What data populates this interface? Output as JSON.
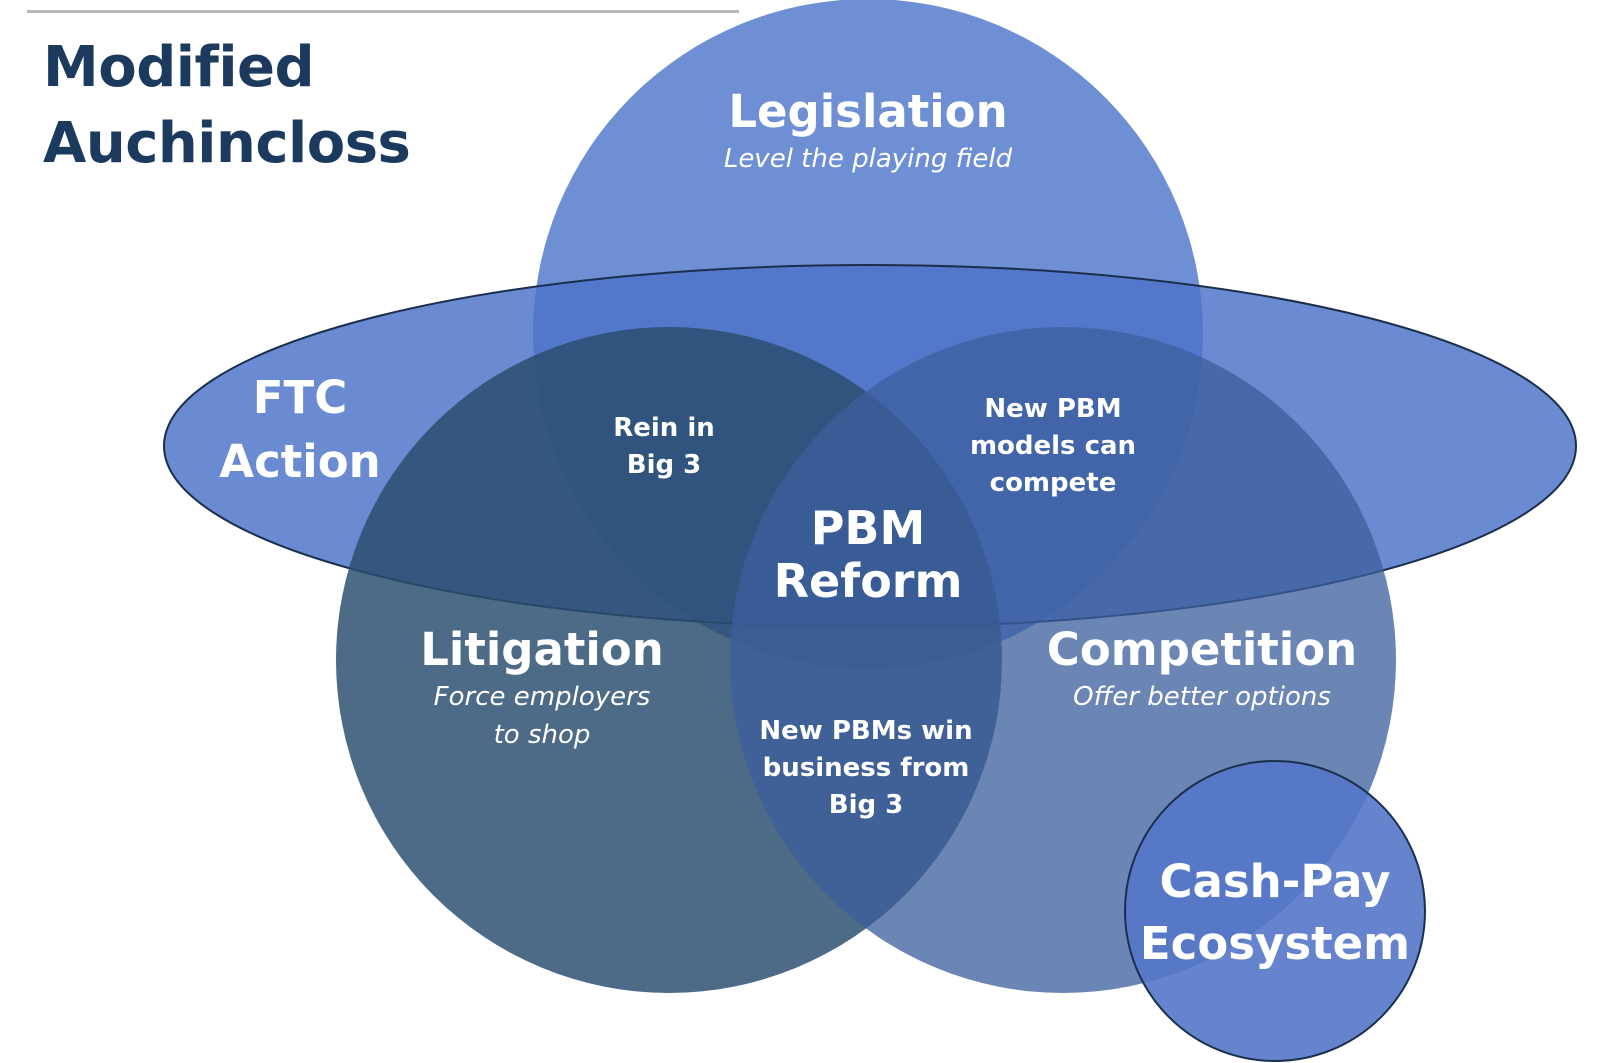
{
  "title": {
    "line1": "Modified",
    "line2": "Auchincloss"
  },
  "circles": {
    "legislation": {
      "label": "Legislation",
      "sublabel": "Level the playing field"
    },
    "ftc_action": {
      "line1": "FTC",
      "line2": "Action"
    },
    "litigation": {
      "label": "Litigation",
      "sublabel_line1": "Force employers",
      "sublabel_line2": "to shop"
    },
    "competition": {
      "label": "Competition",
      "sublabel": "Offer better options"
    },
    "cash_pay": {
      "line1": "Cash-Pay",
      "line2": "Ecosystem"
    }
  },
  "overlaps": {
    "rein_in": {
      "line1": "Rein in",
      "line2": "Big 3"
    },
    "new_models": {
      "line1": "New PBM",
      "line2": "models can",
      "line3": "compete"
    },
    "new_pbms_win": {
      "line1": "New PBMs win",
      "line2": "business from",
      "line3": "Big 3"
    },
    "center": {
      "line1": "PBM",
      "line2": "Reform"
    }
  },
  "colors": {
    "title": "#1b3a5e",
    "legislation": "#5b7fcf",
    "ftc_action": "#4d74c9",
    "litigation": "#2b4d6f",
    "competition": "#3d5f9e",
    "cash_pay": "#5577c8",
    "outline": "#1b2f4d",
    "label": "#ffffff"
  }
}
